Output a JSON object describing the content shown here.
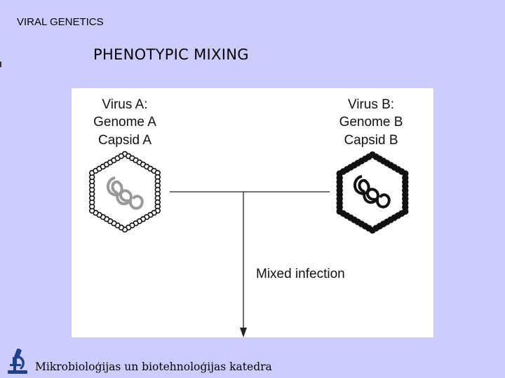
{
  "header": {
    "section_label": "VIRAL GENETICS",
    "title": "PHENOTYPIC MIXING"
  },
  "diagram": {
    "virus_a": {
      "line1": "Virus A:",
      "line2": "Genome A",
      "line3": "Capsid A",
      "capsid_style": "open-beads",
      "genome_style": "light-coil"
    },
    "virus_b": {
      "line1": "Virus B:",
      "line2": "Genome B",
      "line3": "Capsid B",
      "capsid_style": "filled-beads",
      "genome_style": "dark-coil"
    },
    "connector_label": "Mixed infection"
  },
  "footer": {
    "department": "Mikrobioloģijas un biotehnoloģijas katedra",
    "logo_icon": "microscope-icon"
  },
  "colors": {
    "background": "#ccccff",
    "figure_background": "#ffffff",
    "logo": "#1f3f8f"
  }
}
